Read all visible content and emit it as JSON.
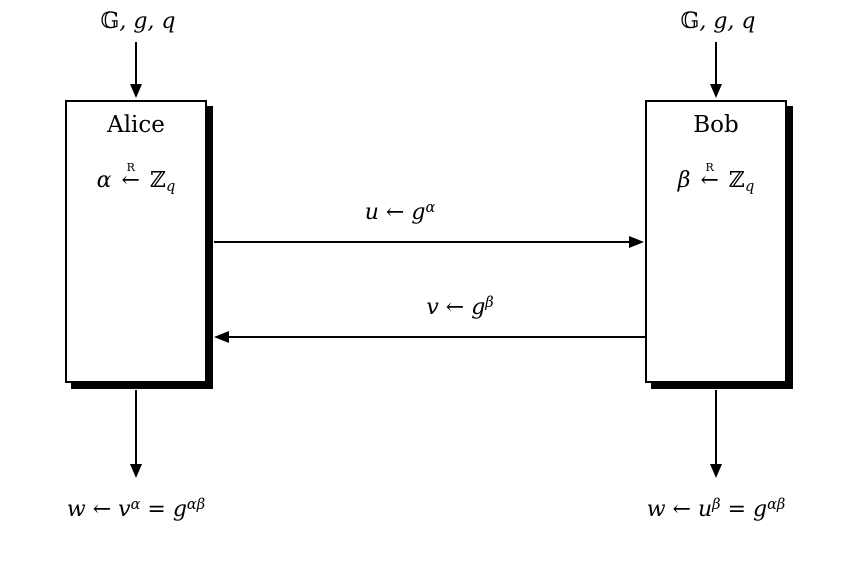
{
  "top": {
    "left_params": {
      "group": "𝔾",
      "rest": ", g, q"
    },
    "right_params": {
      "group": "𝔾",
      "rest": ", g, q"
    }
  },
  "alice": {
    "title": "Alice",
    "sample": {
      "var": "α",
      "arrow": "←",
      "rand": "R",
      "set": "ℤ",
      "sub": "q"
    },
    "output": {
      "var": "w",
      "arrow": "←",
      "base1": "v",
      "exp1": "α",
      "eq": "=",
      "base2": "g",
      "exp2": "αβ"
    }
  },
  "bob": {
    "title": "Bob",
    "sample": {
      "var": "β",
      "arrow": "←",
      "rand": "R",
      "set": "ℤ",
      "sub": "q"
    },
    "output": {
      "var": "w",
      "arrow": "←",
      "base1": "u",
      "exp1": "β",
      "eq": "=",
      "base2": "g",
      "exp2": "αβ"
    }
  },
  "messages": {
    "alice_to_bob": {
      "var": "u",
      "arrow": "←",
      "base": "g",
      "exp": "α"
    },
    "bob_to_alice": {
      "var": "v",
      "arrow": "←",
      "base": "g",
      "exp": "β"
    }
  }
}
